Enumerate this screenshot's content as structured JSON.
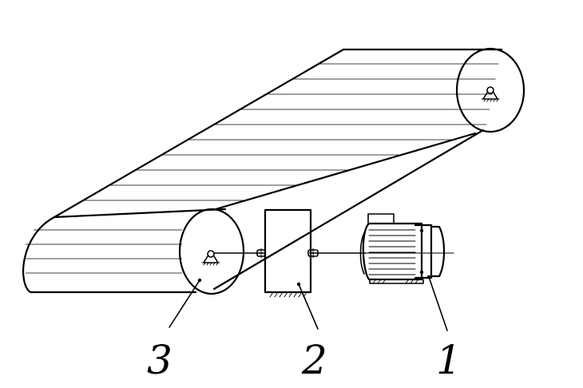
{
  "labels": {
    "motor": "1",
    "gearbox": "2",
    "drive_drum": "3"
  },
  "colors": {
    "stroke": "#000000",
    "background": "#ffffff"
  }
}
